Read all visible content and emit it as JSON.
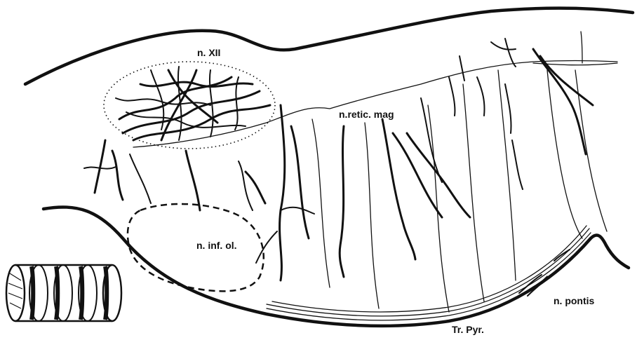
{
  "labels": {
    "n_xii": "n. XII",
    "n_retic_mag": "n.retic. mag",
    "n_inf_ol": "n. inf. ol.",
    "n_pontis": "n. pontis",
    "tr_pyr": "Tr. Pyr."
  }
}
